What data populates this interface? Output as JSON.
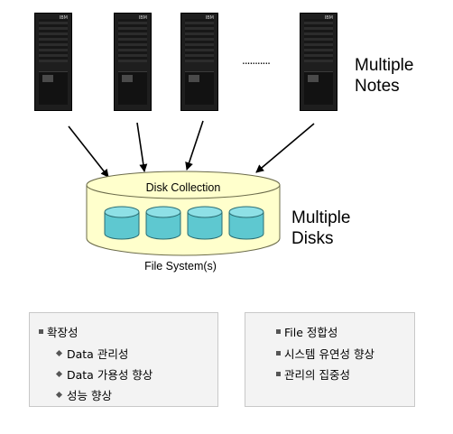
{
  "servers": [
    {
      "logo": "IBM"
    },
    {
      "logo": "IBM"
    },
    {
      "logo": "IBM"
    },
    {
      "logo": "IBM"
    }
  ],
  "ellipsis": "...........",
  "nodes_caption": {
    "line1": "Multiple",
    "line2": "Notes"
  },
  "disks_caption": {
    "line1": "Multiple",
    "line2": "Disks"
  },
  "disk_collection_label": "Disk Collection",
  "file_system_label": "File System(s)",
  "colors": {
    "cylinder_fill": "#ffffcc",
    "disk_fill": "#5ec8d0",
    "legend_bg": "#f3f3f3"
  },
  "left_box": {
    "heading": "확장성",
    "items": [
      "Data 관리성",
      "Data 가용성 향상",
      "성능 향상"
    ]
  },
  "right_box": {
    "items": [
      "File 정합성",
      "시스템 유연성 향상",
      "관리의 집중성"
    ]
  }
}
